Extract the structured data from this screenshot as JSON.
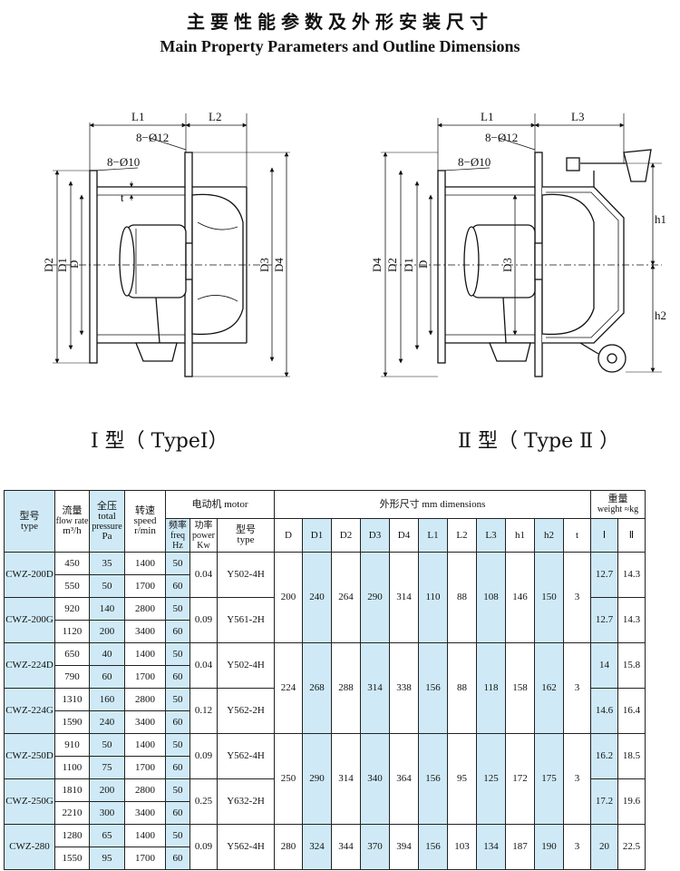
{
  "title_cn": "主要性能参数及外形安装尺寸",
  "title_en": "Main Property Parameters and Outline Dimensions",
  "type1_label": "Ⅰ 型（ TypeⅠ）",
  "type2_label": "Ⅱ 型（ Type Ⅱ ）",
  "drawing1": {
    "L1": "L1",
    "L2": "L2",
    "bolts_outer": "8−Ø12",
    "bolts_inner": "8−Ø10",
    "t": "t",
    "D2": "D2",
    "D1": "D1",
    "D": "D",
    "D3": "D3",
    "D4": "D4"
  },
  "drawing2": {
    "L1": "L1",
    "L3": "L3",
    "bolts_outer": "8−Ø12",
    "bolts_inner": "8−Ø10",
    "D4": "D4",
    "D2": "D2",
    "D1": "D1",
    "D": "D",
    "D3": "D3",
    "h1": "h1",
    "h2": "h2"
  },
  "table": {
    "headers": {
      "type_cn": "型号",
      "type_en": "type",
      "flow_cn": "流量",
      "flow_en1": "flow rate",
      "flow_en2": "m³/h",
      "pressure_cn": "全压",
      "pressure_en1": "total",
      "pressure_en2": "pressure",
      "pressure_en3": "Pa",
      "speed_cn": "转速",
      "speed_en1": "speed",
      "speed_en2": "r/min",
      "motor": "电动机 motor",
      "freq_cn": "频率",
      "freq_en1": "freq",
      "freq_en2": "Hz",
      "power_cn": "功率",
      "power_en1": "power",
      "power_en2": "Kw",
      "mtype_cn": "型号",
      "mtype_en": "type",
      "dimensions": "外形尺寸 mm   dimensions",
      "weight_cn": "重量",
      "weight_en": "weight ≈kg",
      "dim_cols": [
        "D",
        "D1",
        "D2",
        "D3",
        "D4",
        "L1",
        "L2",
        "L3",
        "h1",
        "h2",
        "t"
      ],
      "w_cols": [
        "Ⅰ",
        "Ⅱ"
      ]
    },
    "rows": [
      {
        "flow": "450",
        "pressure": "35",
        "speed": "1400",
        "freq": "50"
      },
      {
        "flow": "550",
        "pressure": "50",
        "speed": "1700",
        "freq": "60"
      },
      {
        "flow": "920",
        "pressure": "140",
        "speed": "2800",
        "freq": "50"
      },
      {
        "flow": "1120",
        "pressure": "200",
        "speed": "3400",
        "freq": "60"
      },
      {
        "flow": "650",
        "pressure": "40",
        "speed": "1400",
        "freq": "50"
      },
      {
        "flow": "790",
        "pressure": "60",
        "speed": "1700",
        "freq": "60"
      },
      {
        "flow": "1310",
        "pressure": "160",
        "speed": "2800",
        "freq": "50"
      },
      {
        "flow": "1590",
        "pressure": "240",
        "speed": "3400",
        "freq": "60"
      },
      {
        "flow": "910",
        "pressure": "50",
        "speed": "1400",
        "freq": "50"
      },
      {
        "flow": "1100",
        "pressure": "75",
        "speed": "1700",
        "freq": "60"
      },
      {
        "flow": "1810",
        "pressure": "200",
        "speed": "2800",
        "freq": "50"
      },
      {
        "flow": "2210",
        "pressure": "300",
        "speed": "3400",
        "freq": "60"
      },
      {
        "flow": "1280",
        "pressure": "65",
        "speed": "1400",
        "freq": "50"
      },
      {
        "flow": "1550",
        "pressure": "95",
        "speed": "1700",
        "freq": "60"
      }
    ],
    "models": [
      {
        "type": "CWZ-200D",
        "power": "0.04",
        "motor": "Y502-4H",
        "w1": "12.7",
        "w2": "14.3"
      },
      {
        "type": "CWZ-200G",
        "power": "0.09",
        "motor": "Y561-2H",
        "w1": "12.7",
        "w2": "14.3"
      },
      {
        "type": "CWZ-224D",
        "power": "0.04",
        "motor": "Y502-4H",
        "w1": "14",
        "w2": "15.8"
      },
      {
        "type": "CWZ-224G",
        "power": "0.12",
        "motor": "Y562-2H",
        "w1": "14.6",
        "w2": "16.4"
      },
      {
        "type": "CWZ-250D",
        "power": "0.09",
        "motor": "Y562-4H",
        "w1": "16.2",
        "w2": "18.5"
      },
      {
        "type": "CWZ-250G",
        "power": "0.25",
        "motor": "Y632-2H",
        "w1": "17.2",
        "w2": "19.6"
      },
      {
        "type": "CWZ-280",
        "power": "0.09",
        "motor": "Y562-4H",
        "w1": "20",
        "w2": "22.5"
      }
    ],
    "sizes": [
      {
        "D": "200",
        "D1": "240",
        "D2": "264",
        "D3": "290",
        "D4": "314",
        "L1": "110",
        "L2": "88",
        "L3": "108",
        "h1": "146",
        "h2": "150",
        "t": "3"
      },
      {
        "D": "224",
        "D1": "268",
        "D2": "288",
        "D3": "314",
        "D4": "338",
        "L1": "156",
        "L2": "88",
        "L3": "118",
        "h1": "158",
        "h2": "162",
        "t": "3"
      },
      {
        "D": "250",
        "D1": "290",
        "D2": "314",
        "D3": "340",
        "D4": "364",
        "L1": "156",
        "L2": "95",
        "L3": "125",
        "h1": "172",
        "h2": "175",
        "t": "3"
      },
      {
        "D": "280",
        "D1": "324",
        "D2": "344",
        "D3": "370",
        "D4": "394",
        "L1": "156",
        "L2": "103",
        "L3": "134",
        "h1": "187",
        "h2": "190",
        "t": "3"
      }
    ]
  }
}
